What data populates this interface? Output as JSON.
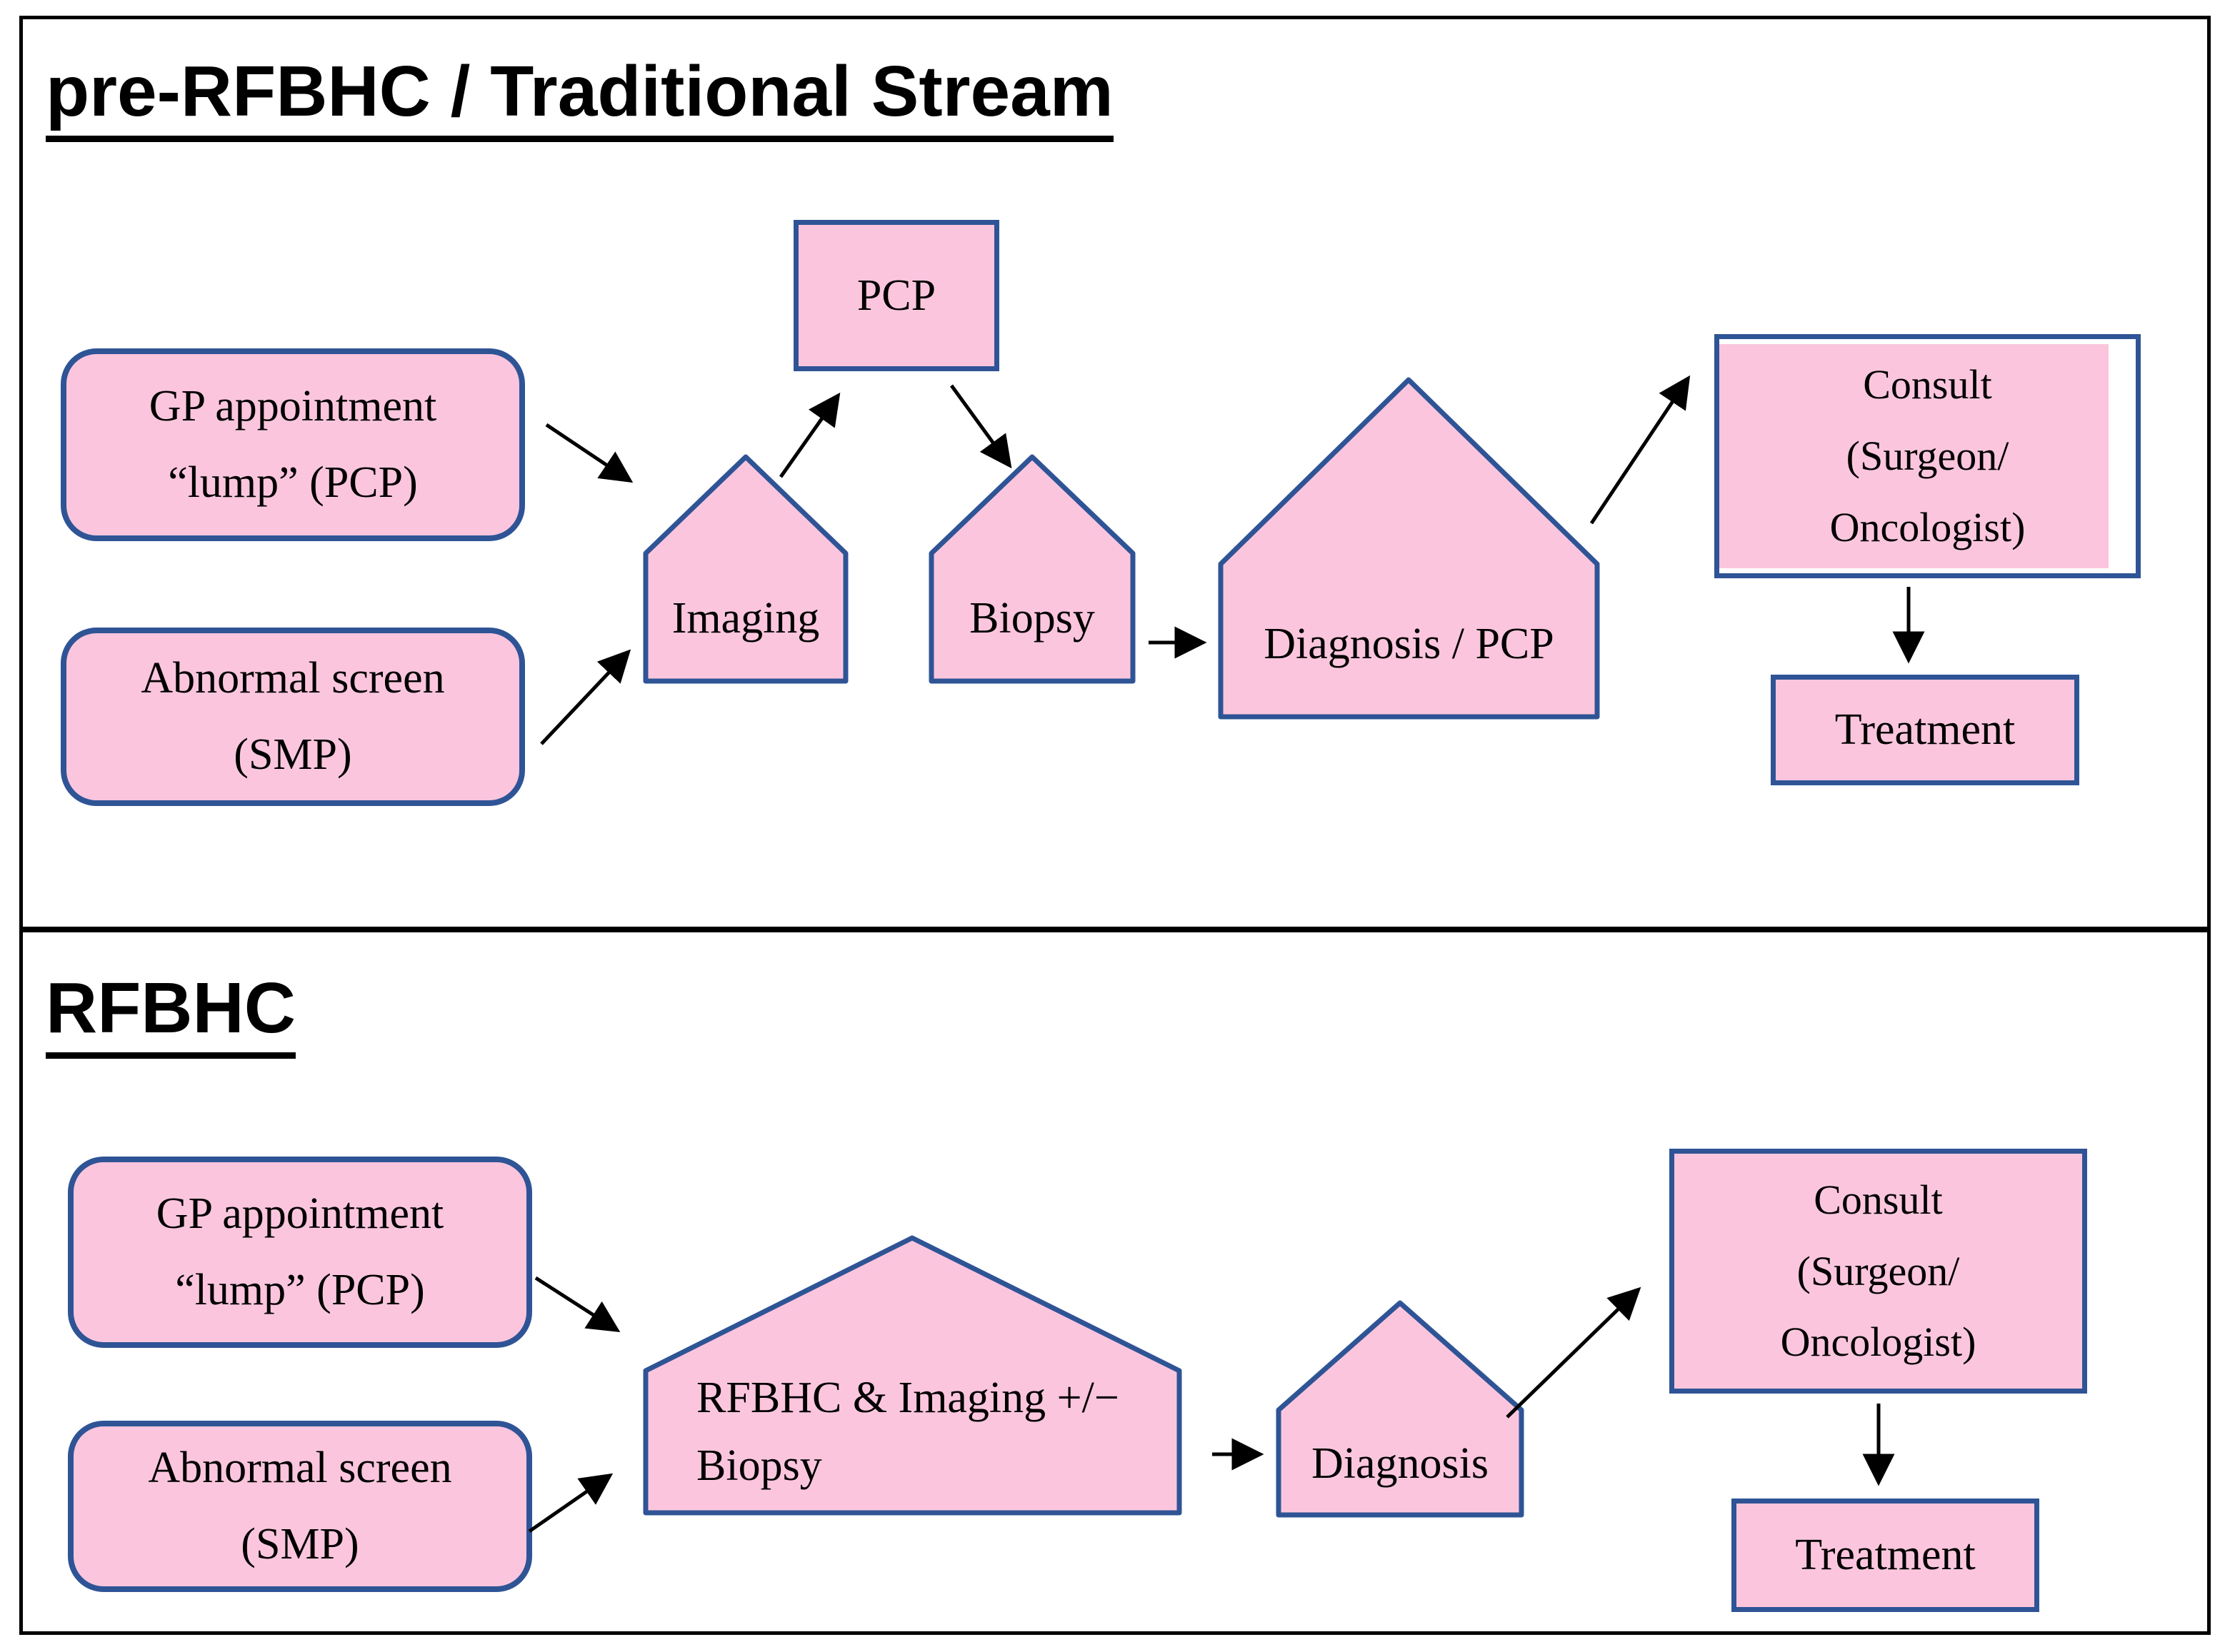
{
  "colors": {
    "shape_fill": "#FBC6DD",
    "shape_border": "#2F5496",
    "arrow": "#000000",
    "frame_border": "#000000",
    "text": "#000000"
  },
  "panels": [
    {
      "title": "pre-RFBHC / Traditional Stream",
      "nodes": {
        "gp": {
          "lines": [
            "GP appointment",
            "“lump” (PCP)"
          ]
        },
        "abnormal": {
          "lines": [
            "Abnormal screen",
            "(SMP)"
          ]
        },
        "imaging": {
          "label": "Imaging"
        },
        "pcp": {
          "label": "PCP"
        },
        "biopsy": {
          "label": "Biopsy"
        },
        "diagnosis": {
          "label": "Diagnosis / PCP"
        },
        "consult": {
          "lines": [
            "Consult",
            "(Surgeon/",
            "Oncologist)"
          ]
        },
        "treatment": {
          "label": "Treatment"
        }
      }
    },
    {
      "title": "RFBHC",
      "nodes": {
        "gp": {
          "lines": [
            "GP appointment",
            "“lump” (PCP)"
          ]
        },
        "abnormal": {
          "lines": [
            "Abnormal screen",
            "(SMP)"
          ]
        },
        "rfbhc": {
          "lines": [
            "RFBHC & Imaging +/−",
            "Biopsy"
          ]
        },
        "diagnosis": {
          "label": "Diagnosis"
        },
        "consult": {
          "lines": [
            "Consult",
            "(Surgeon/",
            "Oncologist)"
          ]
        },
        "treatment": {
          "label": "Treatment"
        }
      }
    }
  ]
}
